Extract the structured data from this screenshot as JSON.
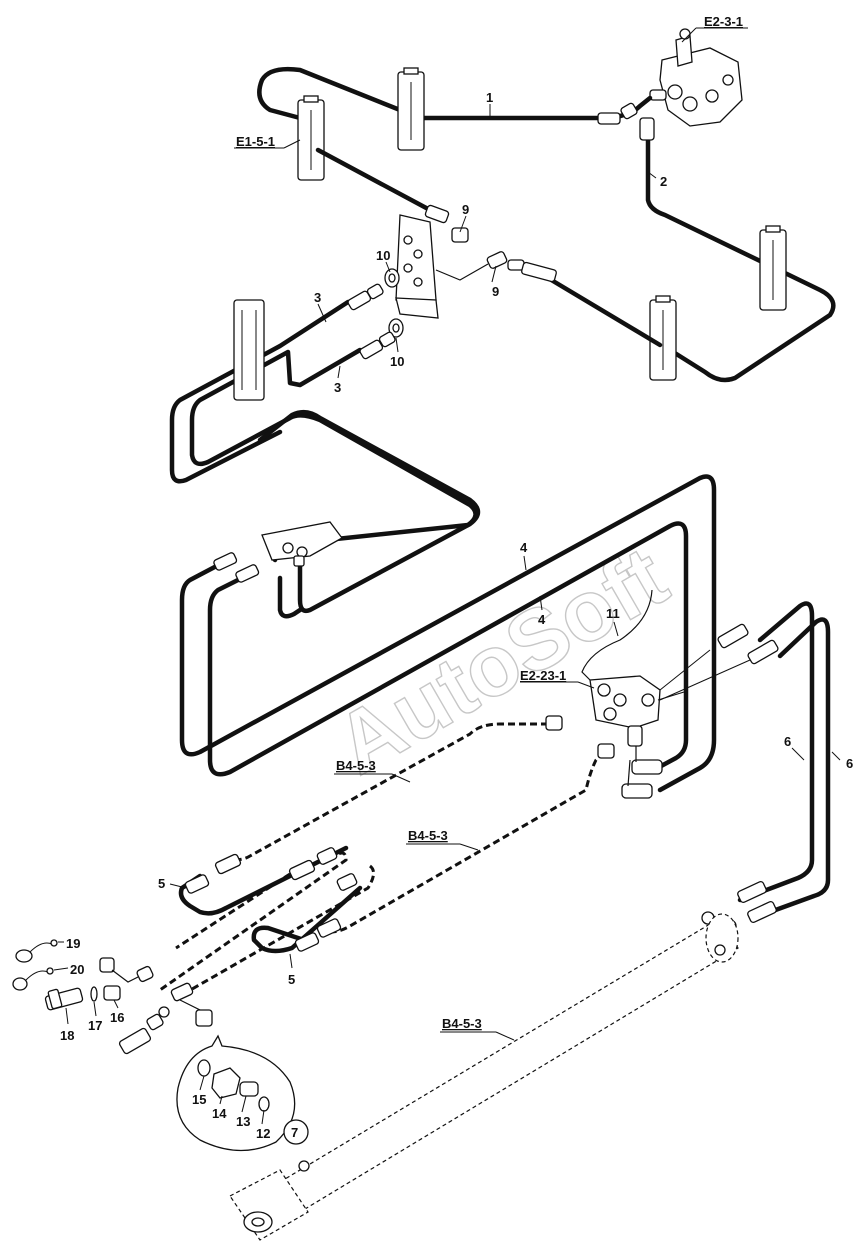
{
  "watermark": "AutoSoft",
  "references": {
    "e2_3_1": "E2-3-1",
    "e1_5_1": "E1-5-1",
    "e2_23_1": "E2-23-1",
    "b4_5_3_a": "B4-5-3",
    "b4_5_3_b": "B4-5-3",
    "b4_5_3_c": "B4-5-3"
  },
  "callouts": {
    "c1": "1",
    "c2": "2",
    "c3a": "3",
    "c3b": "3",
    "c4a": "4",
    "c4b": "4",
    "c5a": "5",
    "c5b": "5",
    "c6a": "6",
    "c6b": "6",
    "c7": "7",
    "c9a": "9",
    "c9b": "9",
    "c10a": "10",
    "c10b": "10",
    "c11": "11",
    "c12": "12",
    "c13": "13",
    "c14": "14",
    "c15": "15",
    "c16": "16",
    "c17": "17",
    "c18": "18",
    "c19": "19",
    "c20": "20"
  }
}
